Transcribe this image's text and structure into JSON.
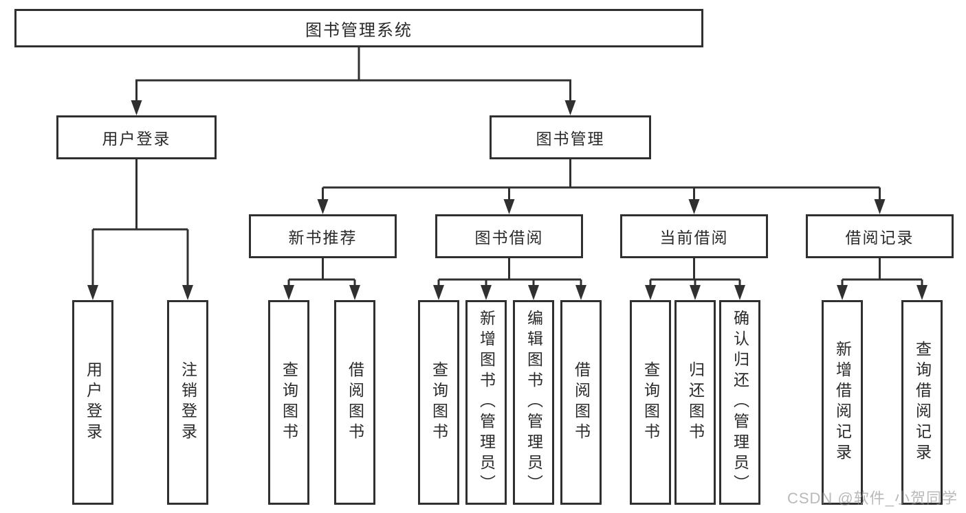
{
  "diagram": {
    "title": "图书管理系统",
    "colors": {
      "line": "#303030",
      "box_background": "#ffffff",
      "text": "#2a2a2a",
      "watermark": "#8f8f8f"
    },
    "tree": {
      "root": {
        "label": "图书管理系统"
      },
      "branches": [
        {
          "label": "用户登录",
          "children": [
            {
              "label": "用户登录"
            },
            {
              "label": "注销登录"
            }
          ]
        },
        {
          "label": "图书管理",
          "children": [
            {
              "label": "新书推荐",
              "children": [
                {
                  "label": "查询图书"
                },
                {
                  "label": "借阅图书"
                }
              ]
            },
            {
              "label": "图书借阅",
              "children": [
                {
                  "label": "查询图书"
                },
                {
                  "label": "新增图书（管理员）"
                },
                {
                  "label": "编辑图书（管理员）"
                },
                {
                  "label": "借阅图书"
                }
              ]
            },
            {
              "label": "当前借阅",
              "children": [
                {
                  "label": "查询图书"
                },
                {
                  "label": "归还图书"
                },
                {
                  "label": "确认归还（管理员）"
                }
              ]
            },
            {
              "label": "借阅记录",
              "children": [
                {
                  "label": "新增借阅记录"
                },
                {
                  "label": "查询借阅记录"
                }
              ]
            }
          ]
        }
      ]
    },
    "watermark": {
      "text": "CSDN @软件_小贺同学"
    }
  }
}
